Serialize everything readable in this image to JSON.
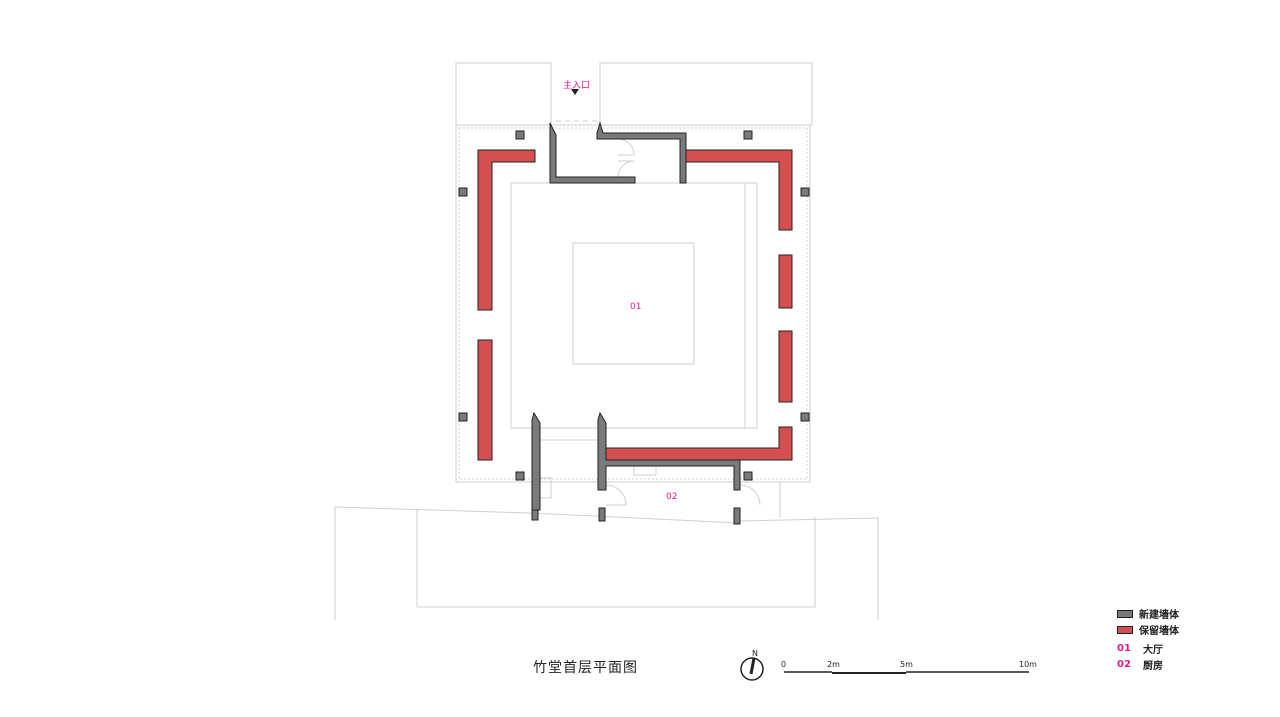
{
  "title": "竹堂首层平面图",
  "entrance_label": "主入口",
  "rooms": [
    {
      "id": "01"
    },
    {
      "id": "02"
    }
  ],
  "legend": {
    "items": [
      {
        "label": "新建墙体",
        "color": "#7a7a7a"
      },
      {
        "label": "保留墙体",
        "color": "#d45050"
      }
    ],
    "rooms": [
      {
        "num": "01",
        "name": "大厅"
      },
      {
        "num": "02",
        "name": "厨房"
      }
    ]
  },
  "north_label": "N",
  "scale_bar": {
    "ticks": [
      "0",
      "2m",
      "5m",
      "10m"
    ]
  },
  "colors": {
    "new_wall": "#7a7a7a",
    "kept_wall": "#d45050",
    "accent": "#e8198b"
  }
}
